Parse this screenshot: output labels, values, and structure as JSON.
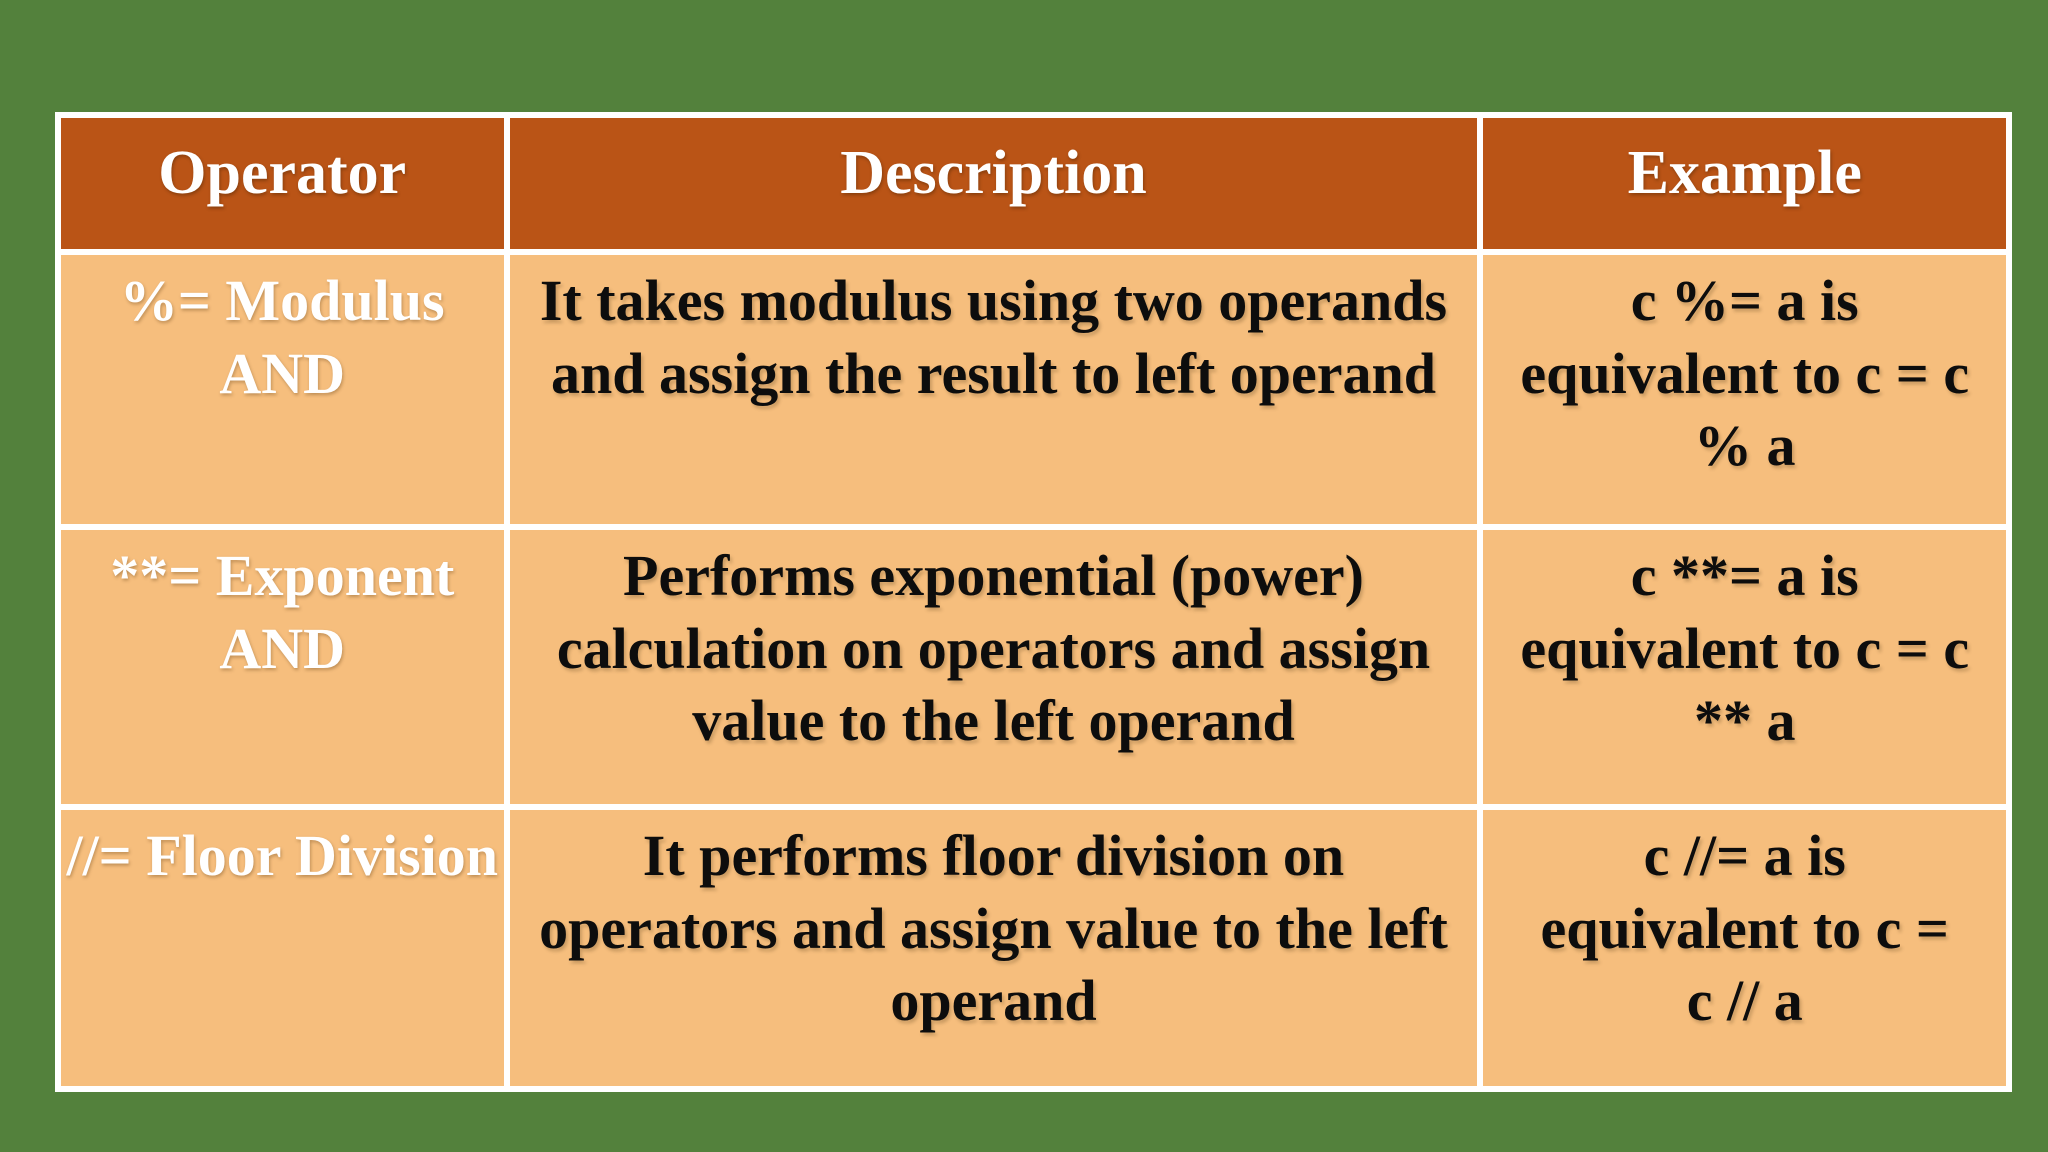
{
  "colors": {
    "background": "#53813C",
    "table_border": "#FFFFFF",
    "header_bg": "#BA5416",
    "header_text": "#FFFFFF",
    "row_bg": "#F6BE7D",
    "operator_text": "#FFFFFF",
    "body_text": "#0D0D0D"
  },
  "table": {
    "headers": [
      "Operator",
      "Description",
      "Example"
    ],
    "rows": [
      {
        "operator": [
          "%= Modulus",
          "AND"
        ],
        "description": [
          "It takes modulus using two operands",
          "and assign the result to left operand"
        ],
        "example": [
          "c %= a is",
          "equivalent to c = c",
          "% a"
        ]
      },
      {
        "operator": [
          "**= Exponent",
          "AND"
        ],
        "description": [
          "Performs exponential (power)",
          "calculation on operators and assign",
          "value to the left operand"
        ],
        "example": [
          "c **= a is",
          "equivalent to c = c",
          "** a"
        ]
      },
      {
        "operator": [
          "//= Floor Division"
        ],
        "description": [
          "It performs floor division on",
          "operators and assign value to the left",
          "operand"
        ],
        "example": [
          "c //= a is",
          "equivalent to c =",
          "c // a"
        ]
      }
    ]
  }
}
